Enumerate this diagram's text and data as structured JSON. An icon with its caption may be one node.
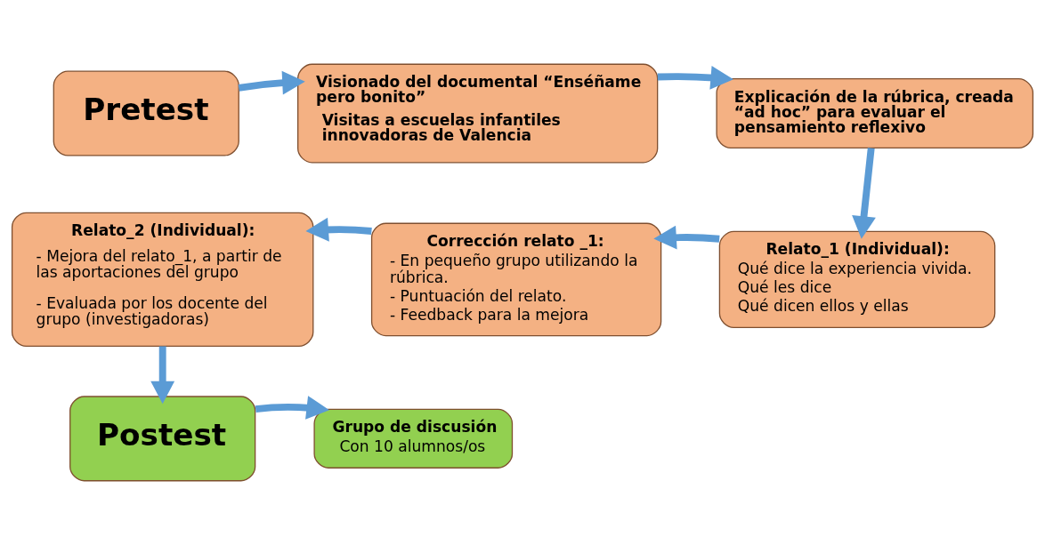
{
  "diagram": {
    "nodes": [
      {
        "text": [
          "Pretest"
        ]
      },
      {
        "text": [
          "Visionado del documental “Enséñame pero bonito”",
          "Visitas a escuelas infantiles innovadoras de Valencia"
        ]
      },
      {
        "text": [
          "Explicación de la rúbrica, creada “ad hoc” para evaluar el pensamiento reflexivo"
        ]
      },
      {
        "text": [
          "Relato_1 (Individual):",
          "Qué dice la experiencia vivida.",
          "Qué les dice",
          "Qué dicen ellos y ellas"
        ]
      },
      {
        "text": [
          "Corrección relato _1:",
          "- En pequeño grupo utilizando la rúbrica.",
          "- Puntuación del relato.",
          "- Feedback para la mejora"
        ]
      },
      {
        "text": [
          "Relato_2 (Individual):",
          "- Mejora del relato_1, a partir de las aportaciones del grupo",
          "- Evaluada por los docente del grupo (investigadoras)"
        ]
      },
      {
        "text": [
          "Postest"
        ]
      },
      {
        "text": [
          "Grupo de discusión",
          "Con 10 alumnos/os"
        ]
      }
    ],
    "edges": [
      {
        "from": 0,
        "to": 1,
        "arrow": "to"
      },
      {
        "from": 1,
        "to": 2,
        "arrow": "to"
      },
      {
        "from": 2,
        "to": 3,
        "arrow": "to"
      },
      {
        "from": 3,
        "to": 4,
        "arrow": "to"
      },
      {
        "from": 4,
        "to": 5,
        "arrow": "to"
      },
      {
        "from": 5,
        "to": 6,
        "arrow": "to"
      },
      {
        "from": 6,
        "to": 7,
        "arrow": "to"
      }
    ]
  }
}
